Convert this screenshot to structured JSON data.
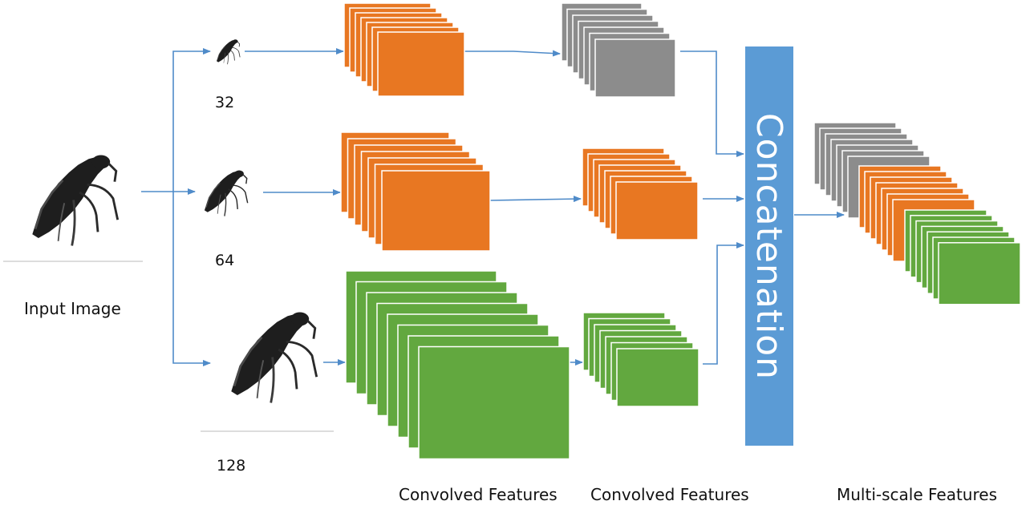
{
  "labels": {
    "input_image": "Input Image",
    "scale_32": "32",
    "scale_64": "64",
    "scale_128": "128",
    "concatenation": "Concatenation",
    "convolved_features_1": "Convolved Features",
    "convolved_features_2": "Convolved Features",
    "multiscale_features": "Multi-scale Features"
  },
  "colors": {
    "orange": "#E87722",
    "gray": "#8C8C8C",
    "green": "#62A83F",
    "blue_bar": "#5B9BD5",
    "arrow": "#4F8BC9",
    "silhouette": "#1e1e1e"
  },
  "icons": {
    "mosquito": "mosquito-silhouette"
  }
}
